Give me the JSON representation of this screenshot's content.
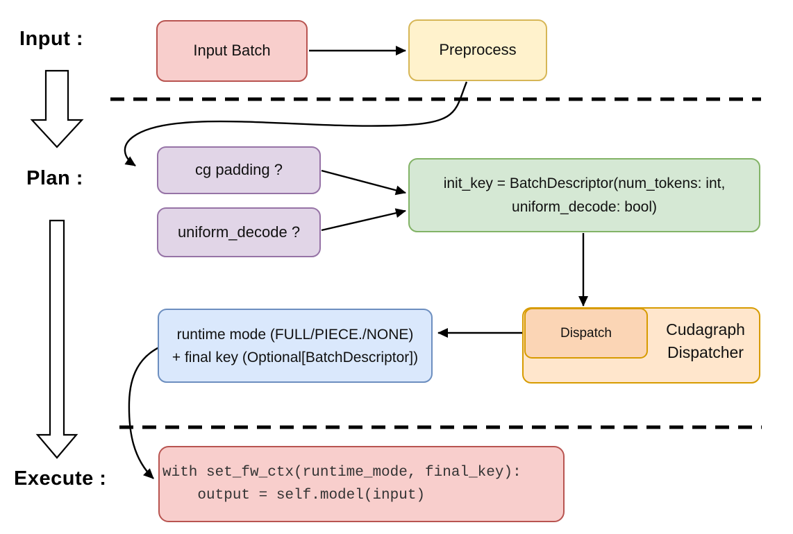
{
  "labels": {
    "input": "Input :",
    "plan": "Plan :",
    "execute": "Execute :"
  },
  "nodes": {
    "input_batch": {
      "label": "Input Batch"
    },
    "preprocess": {
      "label": "Preprocess"
    },
    "cg_padding": {
      "label": "cg padding ?"
    },
    "uniform_decode": {
      "label": "uniform_decode ?"
    },
    "init_key": {
      "line1": "init_key = BatchDescriptor(num_tokens: int,",
      "line2": "uniform_decode: bool)"
    },
    "dispatch": {
      "label": "Dispatch"
    },
    "cudagraph_dispatcher": {
      "line1": "Cudagraph",
      "line2": "Dispatcher"
    },
    "runtime": {
      "line1": "runtime mode (FULL/PIECE./NONE)",
      "line2": "+ final key (Optional[BatchDescriptor])"
    },
    "execute_code": {
      "line1": "with set_fw_ctx(runtime_mode, final_key):",
      "line2": "    output = self.model(input)"
    }
  },
  "colors": {
    "red_fill": "#f8cecc",
    "red_stroke": "#b85450",
    "yellow_fill": "#fff2cc",
    "yellow_stroke": "#d6b656",
    "purple_fill": "#e1d5e7",
    "purple_stroke": "#9673a6",
    "green_fill": "#d5e8d4",
    "green_stroke": "#82b366",
    "blue_fill": "#dae8fc",
    "blue_stroke": "#6c8ebf",
    "orange_outer_fill": "#ffe6cc",
    "orange_inner_fill": "#fbd5b5",
    "orange_stroke": "#d79b00",
    "arrow": "#000000"
  }
}
